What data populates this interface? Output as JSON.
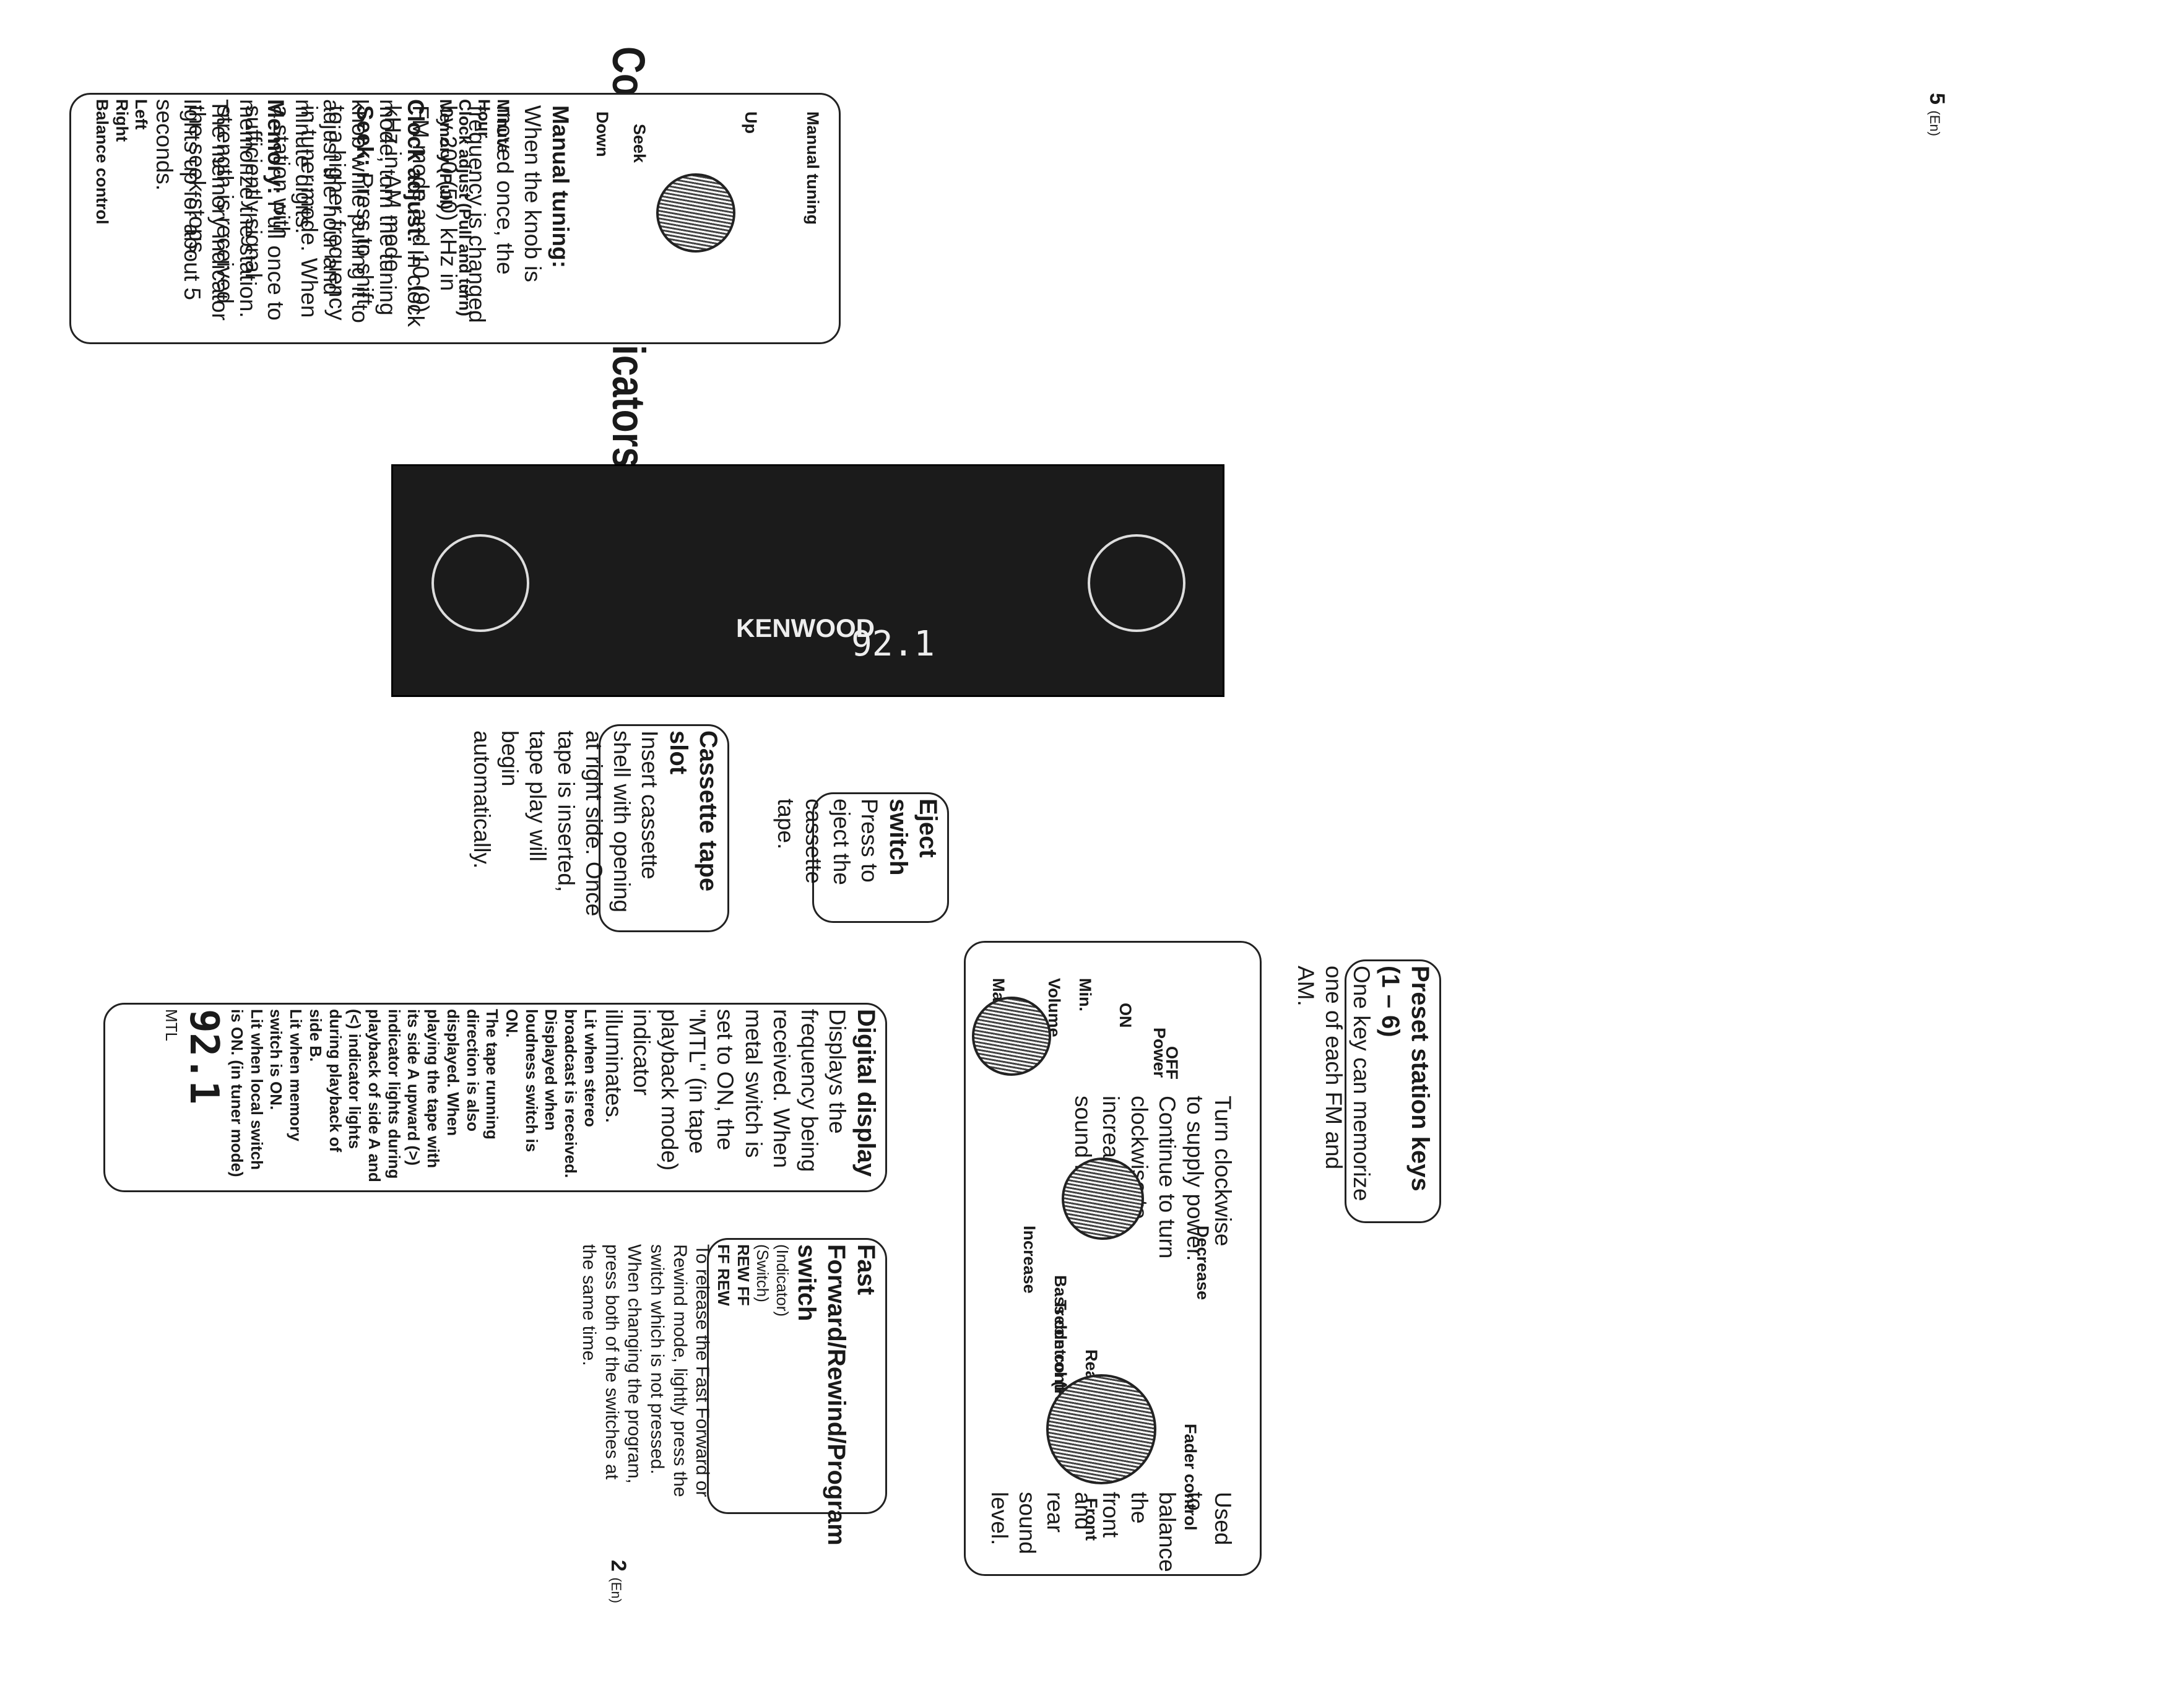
{
  "page_title": "Controls and indicators",
  "page_left_number": "2",
  "page_left_lang": "(En)",
  "page_right_number": "5",
  "page_right_lang": "(En)",
  "volume": {
    "labels": {
      "volume": "Volume",
      "min": "Min.",
      "max": "Max.",
      "on": "ON",
      "power": "Power",
      "off": "OFF"
    },
    "text": "Turn clockwise to supply power. Continue to turn clockwise to increase the sound level."
  },
  "tone": {
    "labels": {
      "increase": "Increase",
      "decrease": "Decrease",
      "bass": "Bass control (Push)",
      "treble": "Treble control (Pull)"
    }
  },
  "fader": {
    "labels": {
      "rear": "Rear",
      "front": "Front",
      "fader": "Fader control"
    },
    "text": "Used to balance the front and rear sound level."
  },
  "eject": {
    "heading": "Eject switch",
    "text": "Press to eject the cassette tape."
  },
  "cassette": {
    "heading": "Cassette tape slot",
    "text": "Insert cassette shell with opening at right side. Once tape is inserted, tape play will begin automatically."
  },
  "ff": {
    "heading": "Fast Forward/Rewind/Program switch",
    "indicator_label": "(Indicator)",
    "switch_label": "(Switch)",
    "rew_ff": "REW FF",
    "ff_rew": "FF REW",
    "text": "To release the Fast Forward or Rewind mode, lightly press the switch which is not pressed. When changing the program, press both of the switches at the same time."
  },
  "tuning": {
    "labels": {
      "manual": "Manual tuning",
      "down": "Down",
      "up": "Up",
      "seek": "Seek"
    },
    "manual_heading": "Manual tuning:",
    "manual_text": "When the knob is moved once, the frequency is changed by 200 (50) kHz in FM mode and 10 (9) kHz in AM mode.",
    "seek_heading": "Seek:",
    "seek_text": "Press to shift to a higher frequency in tuner mode. When a station with sufficiently signal strength is received the seek stops."
  },
  "clock": {
    "labels": {
      "minute": "Minute",
      "hour": "Hour",
      "clock_adjust": "Clock adjust (Pull and turn)",
      "memory": "Memory (Pull)"
    },
    "clock_heading": "Clock adjust:",
    "clock_text": "In clock mode, turn the tuning knob while pulling it to adjust the hour and minute digits.",
    "memory_heading": "Memory:",
    "memory_text": "Pull once to memorize the station. The memory indicator lights up for about 5 seconds."
  },
  "balance": {
    "labels": {
      "left": "Left",
      "right": "Right",
      "balance": "Balance control"
    }
  },
  "preset": {
    "heading": "Preset station keys (1 – 6)",
    "text": "One key can memorize one of each FM and AM."
  },
  "digital": {
    "heading": "Digital display",
    "text": "Displays the frequency being received. When metal switch is set to ON, the \"MTL\" (in tape playback mode) indicator illuminates.",
    "stereo_note": "Lit when stereo broadcast is received.",
    "loudness_note": "Displayed when loudness switch is ON.",
    "direction_note": "The tape running direction is also displayed. When playing the tape with its side A upward (>) indicator lights during playback of side A and (<) indicator lights during playback of side B.",
    "memory_note": "Lit when memory switch is ON.",
    "local_note": "Lit when local switch is ON. (in tuner mode)",
    "lcd_value": "92.1",
    "lcd_mtl": "MTL"
  },
  "device": {
    "brand": "KENWOOD",
    "freq": "92.1"
  }
}
